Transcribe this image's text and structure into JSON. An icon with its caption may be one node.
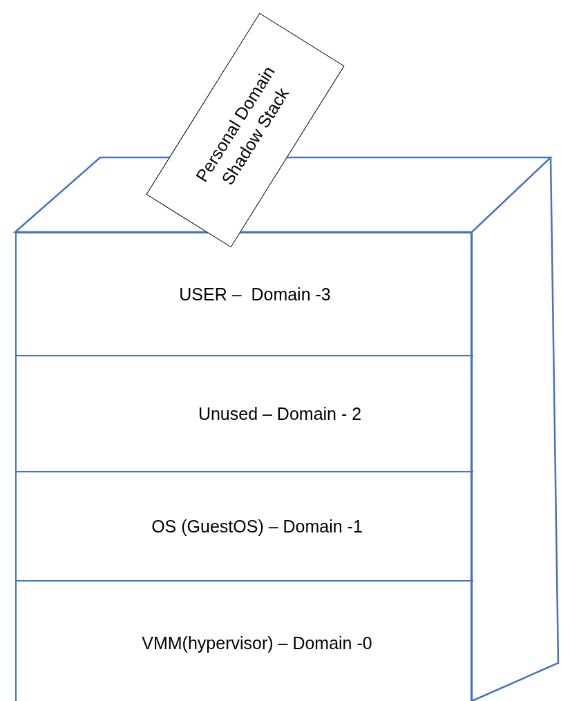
{
  "diagram": {
    "nodes": [
      {
        "text": [],
        "shape": "box"
      },
      {
        "text": [
          "USER –  Domain -3"
        ],
        "in": 0
      },
      {
        "text": [
          "Unused – Domain - 2"
        ],
        "in": 0
      },
      {
        "text": [
          "OS (GuestOS) – Domain -1"
        ],
        "in": 0
      },
      {
        "text": [
          "VMM(hypervisor) – Domain -0"
        ],
        "in": 0
      },
      {
        "text": [
          "Personal Domain Shadow Stack"
        ]
      }
    ],
    "edges": []
  }
}
